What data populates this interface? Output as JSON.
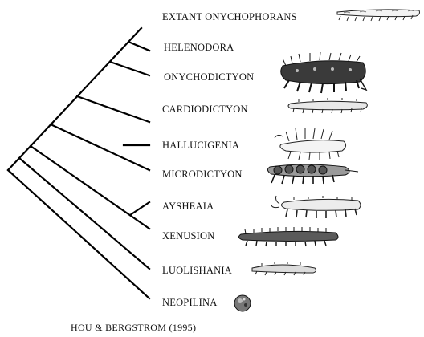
{
  "taxa": [
    {
      "name": "EXTANT ONYCHOPHORANS",
      "drawing": "onychophoran-drawing"
    },
    {
      "name": "HELENODORA",
      "drawing": "none"
    },
    {
      "name": "ONYCHODICTYON",
      "drawing": "onychodictyon-drawing"
    },
    {
      "name": "CARDIODICTYON",
      "drawing": "cardiodictyon-drawing"
    },
    {
      "name": "HALLUCIGENIA",
      "drawing": "hallucigenia-drawing"
    },
    {
      "name": "MICRODICTYON",
      "drawing": "microdictyon-drawing"
    },
    {
      "name": "AYSHEAIA",
      "drawing": "aysheaia-drawing"
    },
    {
      "name": "XENUSION",
      "drawing": "xenusion-drawing"
    },
    {
      "name": "LUOLISHANIA",
      "drawing": "luolishania-drawing"
    },
    {
      "name": "NEOPILINA",
      "drawing": "neopilina-shell-drawing"
    }
  ],
  "citation": "HOU & BERGSTROM (1995)"
}
